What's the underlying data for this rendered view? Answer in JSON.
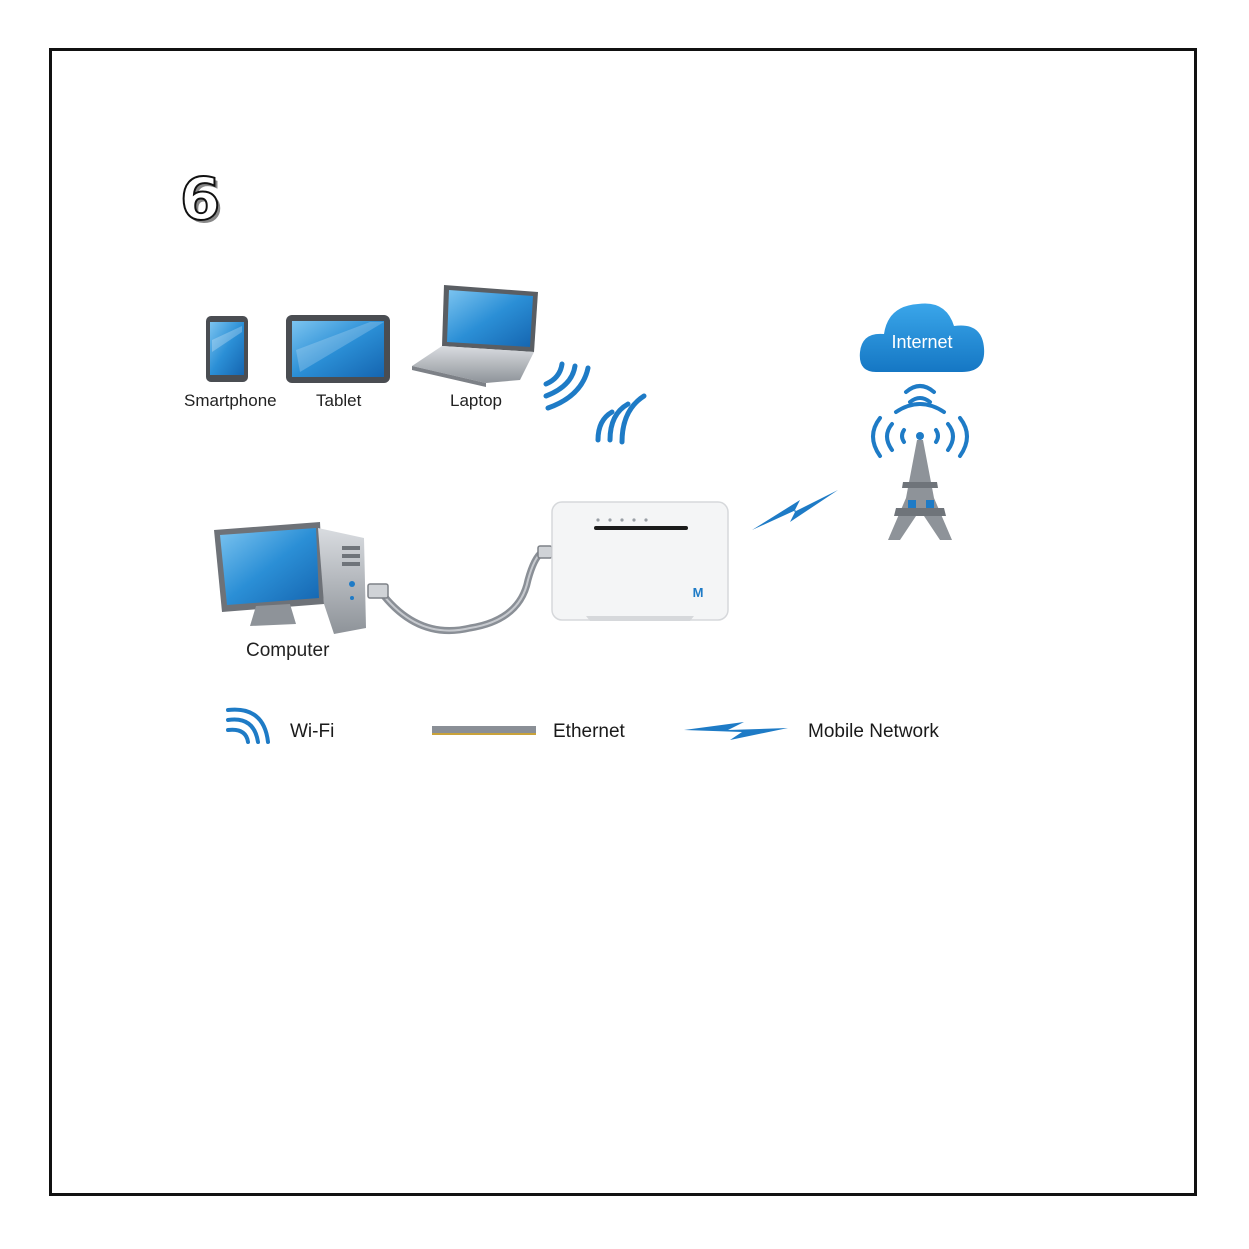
{
  "step": {
    "number": "6"
  },
  "devices": {
    "smartphone": "Smartphone",
    "tablet": "Tablet",
    "laptop": "Laptop",
    "computer": "Computer"
  },
  "cloud": {
    "label": "Internet"
  },
  "router": {
    "logo": "M"
  },
  "legend": {
    "wifi": "Wi-Fi",
    "ethernet": "Ethernet",
    "mobile": "Mobile Network"
  },
  "colors": {
    "accent": "#1e7bc6",
    "cloud": "#1a8ad6",
    "screen": "#2b8fd6",
    "cable": "#8a8f96",
    "frame": "#111111"
  }
}
